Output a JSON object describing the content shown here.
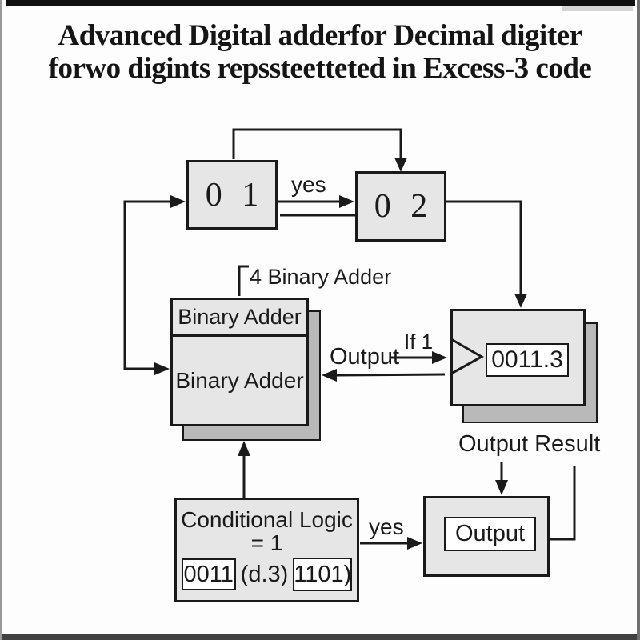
{
  "title": {
    "line1": "Advanced Digital adderfor Decimal digiter",
    "line2": "forwo digints repssteetteted in Excess-3 code"
  },
  "diagram": {
    "digit1": {
      "label": "0 1"
    },
    "digit2": {
      "label": "0 2"
    },
    "adder": {
      "caption": "4 Binary Adder",
      "header": "Binary Adder",
      "body": "Binary Adder"
    },
    "comparator": {
      "value": "0011.3"
    },
    "output_result": {
      "label": "Output Result"
    },
    "output": {
      "value": "Output"
    },
    "conditional": {
      "line1": "Conditional Logic",
      "line2": "= 1",
      "operand1": "0011",
      "operator": "(d.3)",
      "operand2": "1101)"
    },
    "edge_labels": {
      "yes_top": "yes",
      "yes_bottom": "yes",
      "output_edge": "Output",
      "if1": "If 1"
    }
  },
  "colors": {
    "box_fill": "#e6e6e6",
    "shadow_fill": "#b9b9b9",
    "stroke": "#1a1a1a",
    "field_fill": "#ffffff",
    "frame_top": "#101010",
    "frame_bottom": "#414141"
  }
}
